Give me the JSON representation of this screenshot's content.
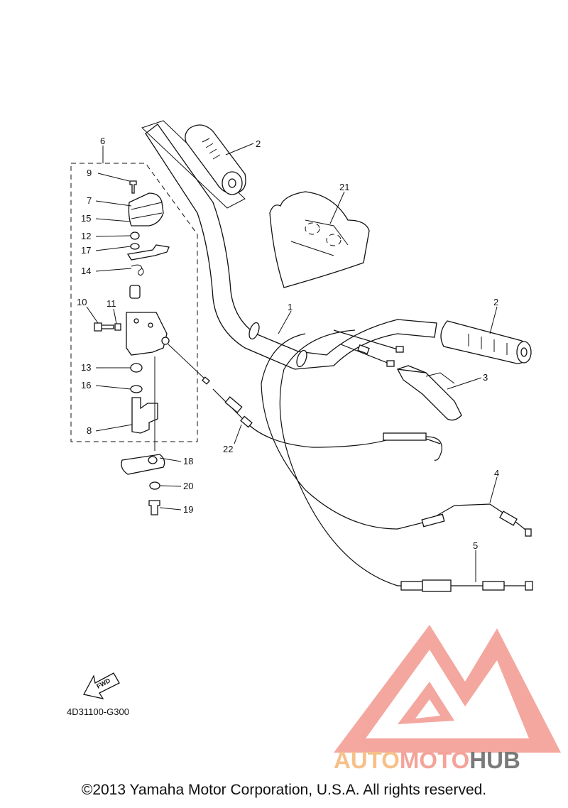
{
  "diagram": {
    "callouts": [
      "1",
      "2",
      "2",
      "3",
      "4",
      "5",
      "6",
      "7",
      "8",
      "9",
      "10",
      "11",
      "12",
      "13",
      "14",
      "15",
      "16",
      "17",
      "18",
      "19",
      "20",
      "21",
      "22"
    ],
    "fwd_label": "FWD",
    "drawing_code": "4D31100-G300"
  },
  "logo": {
    "part1": "AUTO",
    "part2": "MOTO",
    "part3": "HUB",
    "color1": "#f7c08a",
    "color2": "#f4a39a",
    "color3": "#7a7a7a",
    "mark_color": "#f4a39a"
  },
  "footer": {
    "copyright": "©2013 Yamaha Motor Corporation, U.S.A. All rights reserved."
  }
}
